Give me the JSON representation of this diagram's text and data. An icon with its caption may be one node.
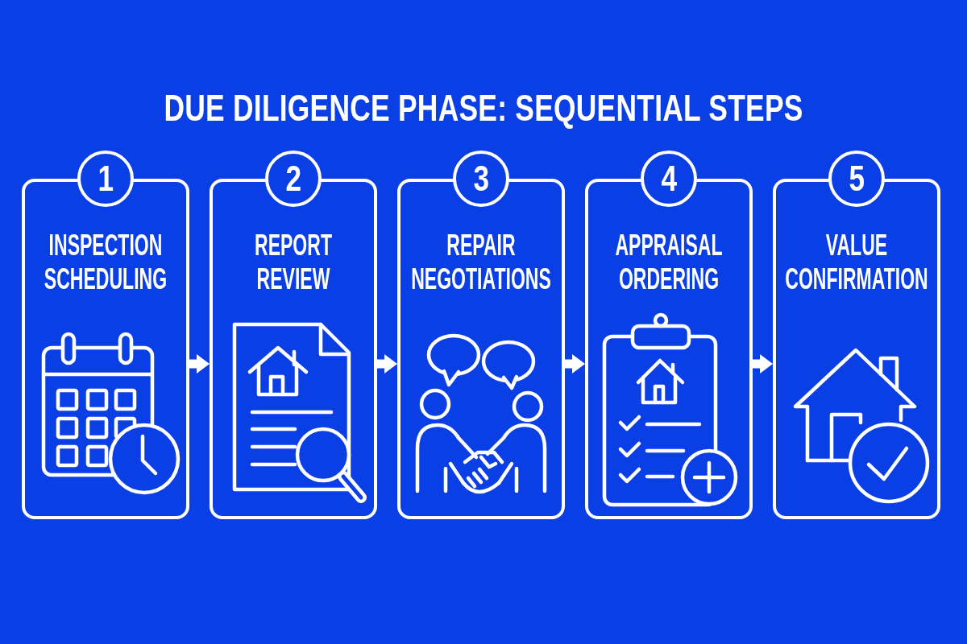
{
  "diagram": {
    "title": "DUE DILIGENCE PHASE: SEQUENTIAL STEPS",
    "nodes": [
      {
        "text": [
          "1"
        ]
      },
      {
        "text": [
          "INSPECTION SCHEDULING"
        ]
      },
      {
        "text": [
          "2"
        ]
      },
      {
        "text": [
          "REPORT REVIEW"
        ]
      },
      {
        "text": [
          "3"
        ]
      },
      {
        "text": [
          "REPAIR NEGOTIATIONS"
        ]
      },
      {
        "text": [
          "4"
        ]
      },
      {
        "text": [
          "APPRAISAL ORDERING"
        ]
      },
      {
        "text": [
          "5"
        ]
      },
      {
        "text": [
          "VALUE CONFIRMATION"
        ]
      }
    ],
    "edges": [
      {
        "from": 1,
        "to": 3,
        "arrow": "to"
      },
      {
        "from": 3,
        "to": 5,
        "arrow": "to"
      },
      {
        "from": 5,
        "to": 7,
        "arrow": "to"
      },
      {
        "from": 7,
        "to": 9,
        "arrow": "to"
      }
    ]
  }
}
